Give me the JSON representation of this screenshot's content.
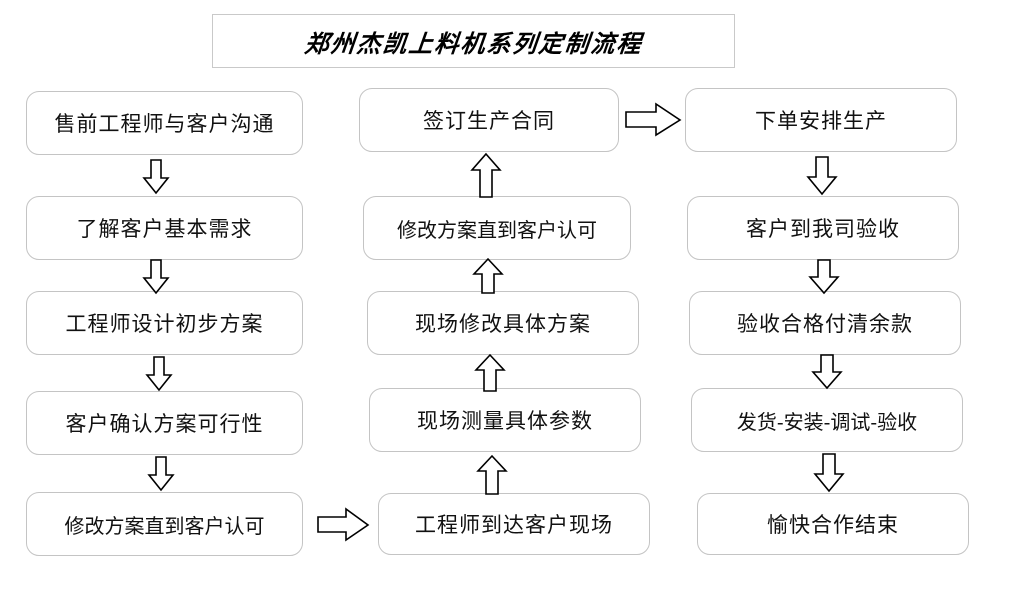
{
  "title": {
    "text": "郑州杰凯上料机系列定制流程"
  },
  "columns": [
    {
      "name": "column-left",
      "nodes": [
        {
          "id": "node-l1",
          "label": "售前工程师与客户沟通"
        },
        {
          "id": "node-l2",
          "label": "了解客户基本需求"
        },
        {
          "id": "node-l3",
          "label": "工程师设计初步方案"
        },
        {
          "id": "node-l4",
          "label": "客户确认方案可行性"
        },
        {
          "id": "node-l5",
          "label": "修改方案直到客户认可"
        }
      ]
    },
    {
      "name": "column-middle",
      "nodes": [
        {
          "id": "node-m1",
          "label": "签订生产合同"
        },
        {
          "id": "node-m2",
          "label": "修改方案直到客户认可"
        },
        {
          "id": "node-m3",
          "label": "现场修改具体方案"
        },
        {
          "id": "node-m4",
          "label": "现场测量具体参数"
        },
        {
          "id": "node-m5",
          "label": "工程师到达客户现场"
        }
      ]
    },
    {
      "name": "column-right",
      "nodes": [
        {
          "id": "node-r1",
          "label": "下单安排生产"
        },
        {
          "id": "node-r2",
          "label": "客户到我司验收"
        },
        {
          "id": "node-r3",
          "label": "验收合格付清余款"
        },
        {
          "id": "node-r4",
          "label": "发货-安装-调试-验收"
        },
        {
          "id": "node-r5",
          "label": "愉快合作结束"
        }
      ]
    }
  ],
  "connectors": [
    {
      "id": "arrow-l1-l2",
      "direction": "down"
    },
    {
      "id": "arrow-l2-l3",
      "direction": "down"
    },
    {
      "id": "arrow-l3-l4",
      "direction": "down"
    },
    {
      "id": "arrow-l4-l5",
      "direction": "down"
    },
    {
      "id": "arrow-l5-m5",
      "direction": "right"
    },
    {
      "id": "arrow-m5-m4",
      "direction": "up"
    },
    {
      "id": "arrow-m4-m3",
      "direction": "up"
    },
    {
      "id": "arrow-m3-m2",
      "direction": "up"
    },
    {
      "id": "arrow-m2-m1",
      "direction": "up"
    },
    {
      "id": "arrow-m1-r1",
      "direction": "right"
    },
    {
      "id": "arrow-r1-r2",
      "direction": "down"
    },
    {
      "id": "arrow-r2-r3",
      "direction": "down"
    },
    {
      "id": "arrow-r3-r4",
      "direction": "down"
    },
    {
      "id": "arrow-r4-r5",
      "direction": "down"
    }
  ],
  "style": {
    "background": "#ffffff",
    "box_border": "#c4c4c4",
    "title_border": "#c9c9c9",
    "text_color": "#111111",
    "arrow_stroke": "#000000"
  }
}
